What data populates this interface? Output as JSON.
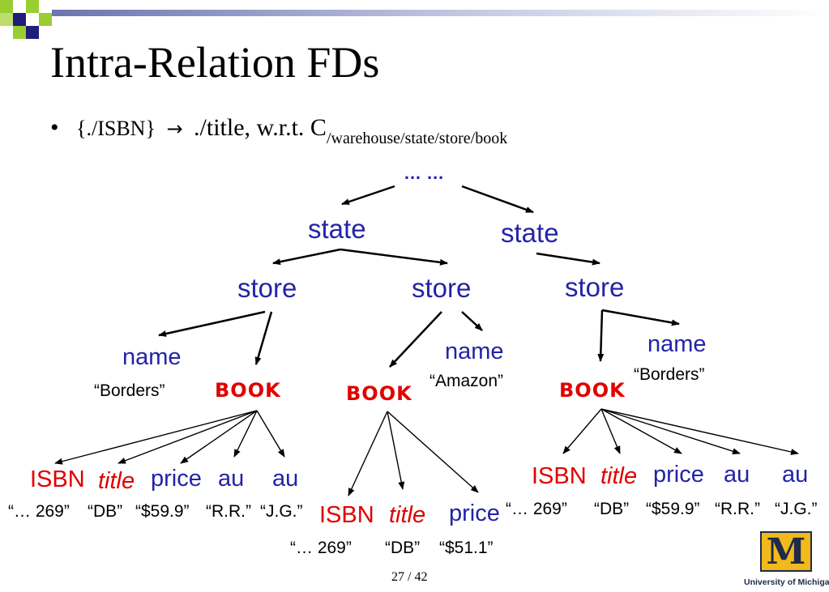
{
  "slide": {
    "title": "Intra-Relation FDs",
    "bullet": {
      "marker": "•",
      "lhs": "{./ISBN}",
      "arrow": "→",
      "rhs": "./title, w.r.t. C",
      "context": "/warehouse/state/store/book"
    },
    "page_number": "27 / 42",
    "logo_caption": "University of Michigan",
    "logo_letter": "M"
  },
  "tree": {
    "root": "… …",
    "state1": "state",
    "state2": "state",
    "store1": "store",
    "store2": "store",
    "store3": "store",
    "name1": "name",
    "name1_value": "“Borders”",
    "book1": "BOOK",
    "name2": "name",
    "name2_value": "“Amazon”",
    "book2": "BOOK",
    "name3": "name",
    "name3_value": "“Borders”",
    "book3": "BOOK",
    "b1_isbn": "ISBN",
    "b1_title": "title",
    "b1_price": "price",
    "b1_au1": "au",
    "b1_au2": "au",
    "b1_v_isbn": "“… 269”",
    "b1_v_title": "“DB”",
    "b1_v_price": "“$59.9”",
    "b1_v_au1": "“R.R.”",
    "b1_v_au2": "“J.G.”",
    "b2_isbn": "ISBN",
    "b2_title": "title",
    "b2_price": "price",
    "b2_v_isbn": "“… 269”",
    "b2_v_title": "“DB”",
    "b2_v_price": "“$51.1”",
    "b3_isbn": "ISBN",
    "b3_title": "title",
    "b3_price": "price",
    "b3_au1": "au",
    "b3_au2": "au",
    "b3_v_isbn": "“… 269”",
    "b3_v_title": "“DB”",
    "b3_v_price": "“$59.9”",
    "b3_v_au1": "“R.R.”",
    "b3_v_au2": "“J.G.”"
  },
  "colors": {
    "node_blue": "#2323a8",
    "book_red": "#e00000",
    "corner_green": "#9acd32",
    "corner_navy": "#1f1f7a",
    "logo_maize": "#f2b91c"
  }
}
